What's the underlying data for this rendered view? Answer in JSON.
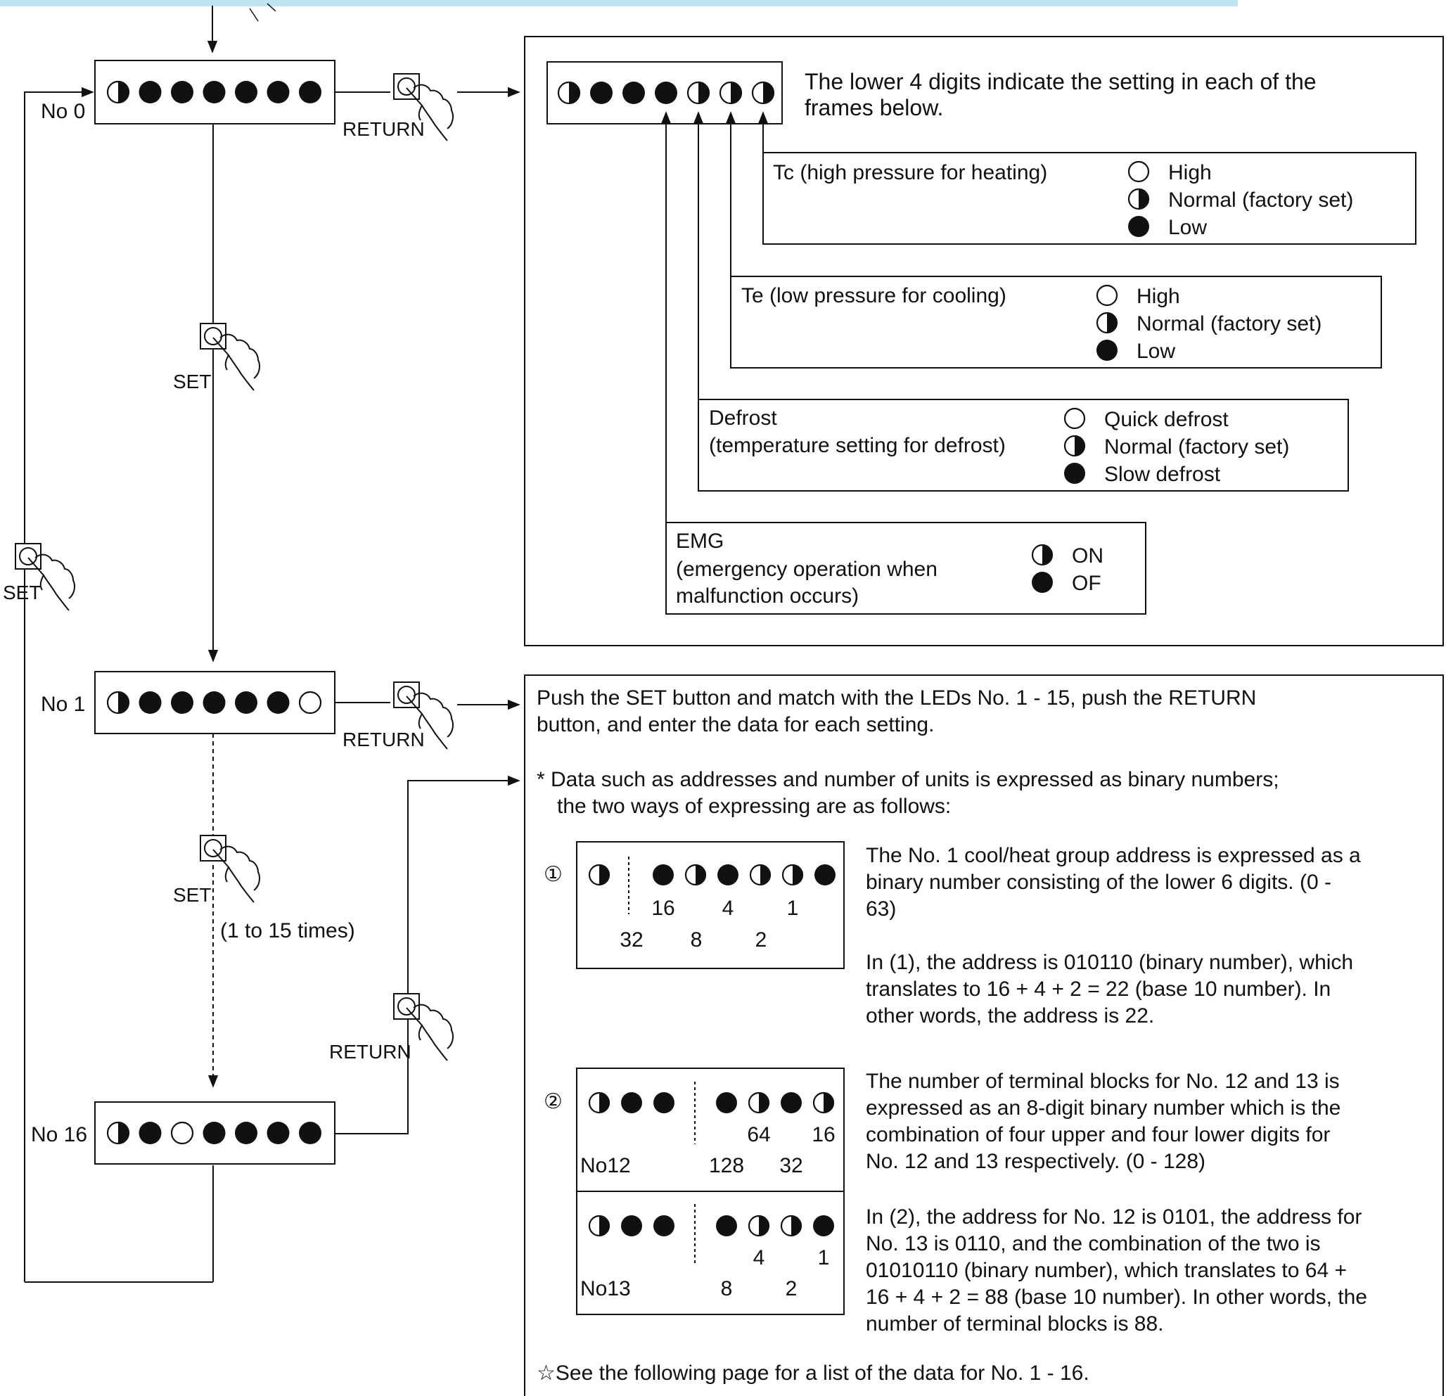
{
  "colors": {
    "ink": "#111111",
    "top_band": "#bfe4f2",
    "paper": "#ffffff"
  },
  "led_states": {
    "off": "open-circle-icon",
    "half": "half-filled-circle-icon",
    "on": "filled-circle-icon"
  },
  "left_flow": {
    "no0": {
      "label": "No 0",
      "leds": [
        "half",
        "on",
        "on",
        "on",
        "on",
        "on",
        "on"
      ]
    },
    "no1": {
      "label": "No 1",
      "leds": [
        "half",
        "on",
        "on",
        "on",
        "on",
        "on",
        "off"
      ]
    },
    "no16": {
      "label": "No 16",
      "leds": [
        "half",
        "on",
        "off",
        "on",
        "on",
        "on",
        "on"
      ]
    },
    "buttons": {
      "return": "RETURN",
      "set": "SET",
      "repeat_note": "(1 to 15 times)"
    }
  },
  "settings_panel": {
    "display_leds": [
      "half",
      "on",
      "on",
      "on",
      "half",
      "half",
      "half"
    ],
    "intro_line1": "The lower 4 digits indicate the setting in each of the",
    "intro_line2": "frames below.",
    "tc": {
      "title": "Tc (high pressure for heating)",
      "options": [
        {
          "led": "off",
          "label": "High"
        },
        {
          "led": "half",
          "label": "Normal (factory set)"
        },
        {
          "led": "on",
          "label": "Low"
        }
      ]
    },
    "te": {
      "title": "Te (low pressure for cooling)",
      "options": [
        {
          "led": "off",
          "label": "High"
        },
        {
          "led": "half",
          "label": "Normal (factory set)"
        },
        {
          "led": "on",
          "label": "Low"
        }
      ]
    },
    "defrost": {
      "title_line1": "Defrost",
      "title_line2": "(temperature setting for defrost)",
      "options": [
        {
          "led": "off",
          "label": "Quick defrost"
        },
        {
          "led": "half",
          "label": "Normal (factory set)"
        },
        {
          "led": "on",
          "label": "Slow defrost"
        }
      ]
    },
    "emg": {
      "title_line1": "EMG",
      "title_line2": "(emergency operation when",
      "title_line3": "malfunction occurs)",
      "options": [
        {
          "led": "half",
          "label": "ON"
        },
        {
          "led": "on",
          "label": "OF"
        }
      ]
    }
  },
  "data_panel": {
    "intro_line1": "Push the SET button and match with the LEDs No. 1 - 15, push the RETURN",
    "intro_line2": "button, and enter the data for each setting.",
    "note_line1": "* Data such as addresses and number of units is expressed as binary numbers;",
    "note_line2": "the two ways of expressing are as follows:",
    "example1": {
      "marker": "①",
      "leds_left": [
        "half"
      ],
      "leds_right": [
        "on",
        "half",
        "on",
        "half",
        "half",
        "on"
      ],
      "weights_top": [
        "16",
        "4",
        "1"
      ],
      "weights_bottom": [
        "32",
        "8",
        "2"
      ],
      "desc": [
        "The No. 1 cool/heat group address is expressed as a",
        "binary number consisting of the lower 6 digits.  (0 -",
        "63)",
        "",
        "In (1), the address is 010110 (binary number), which",
        "translates to 16 + 4 + 2 = 22 (base 10 number). In",
        "other words, the address is 22."
      ]
    },
    "example2": {
      "marker": "②",
      "no12": {
        "label": "No12",
        "leds_left": [
          "half",
          "on",
          "on"
        ],
        "leds_right": [
          "on",
          "half",
          "on",
          "half"
        ],
        "weights_top": [
          "64",
          "16"
        ],
        "weights_bottom": [
          "128",
          "32"
        ]
      },
      "no13": {
        "label": "No13",
        "leds_left": [
          "half",
          "on",
          "on"
        ],
        "leds_right": [
          "on",
          "half",
          "half",
          "on"
        ],
        "weights_top": [
          "4",
          "1"
        ],
        "weights_bottom": [
          "8",
          "2"
        ]
      },
      "desc1": [
        "The number of terminal blocks for No. 12 and 13 is",
        "expressed as an 8-digit binary number which is the",
        "combination of four upper and four lower digits for",
        "No. 12 and 13 respectively. (0 - 128)"
      ],
      "desc2": [
        "In (2), the address for No. 12 is 0101, the address for",
        "No. 13 is 0110, and the combination of the two is",
        "01010110 (binary number), which translates to 64 +",
        "16 + 4 + 2 = 88 (base 10 number). In other words, the",
        "number of terminal blocks is 88."
      ]
    },
    "footer": "☆See the following page for a list of the data for No. 1 - 16."
  }
}
